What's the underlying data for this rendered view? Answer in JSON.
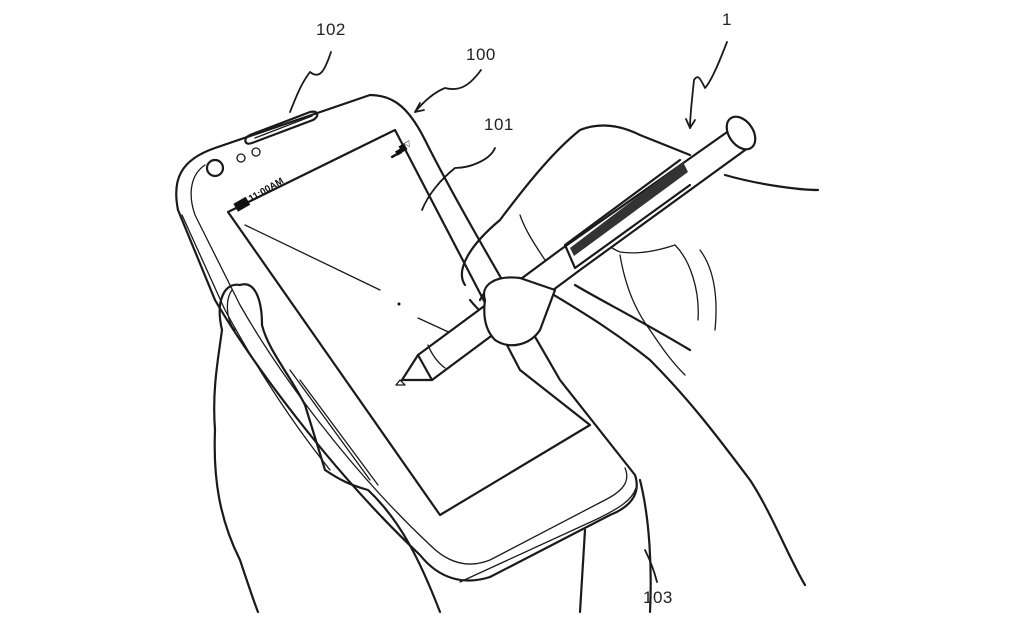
{
  "figure": {
    "type": "patent-drawing",
    "subject": "hand-held mobile terminal with touch pen input"
  },
  "reference_numerals": {
    "stylus": "1",
    "terminal": "100",
    "touch_screen": "101",
    "speaker": "102",
    "bottom_part": "103"
  },
  "screen": {
    "status_time": "11:00AM",
    "battery_icon": "battery-icon",
    "signal_icon": "signal-strength-icon"
  }
}
